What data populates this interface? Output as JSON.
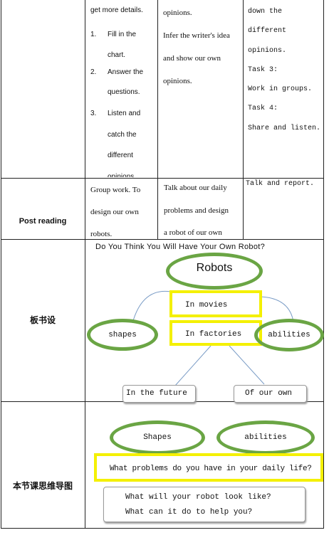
{
  "row1": {
    "col1_intro": "get more details.",
    "col1_items": [
      {
        "num": "1.",
        "lines": [
          "Fill in the",
          "chart."
        ]
      },
      {
        "num": "2.",
        "lines": [
          "Answer the",
          "questions."
        ]
      },
      {
        "num": "3.",
        "lines": [
          "Listen and",
          "catch the",
          "different",
          "opinions."
        ]
      }
    ],
    "col2_lines": [
      "opinions.",
      "Infer the writer's idea",
      "and show our own",
      "opinions."
    ],
    "col3_lines": [
      "down the",
      "different",
      "opinions.",
      "Task 3:",
      "Work in groups.",
      "Task 4:",
      "Share and listen."
    ]
  },
  "row2": {
    "label": "Post reading",
    "col1_lines": [
      "Group work. To",
      "design our own",
      "robots."
    ],
    "col2_lines": [
      "Talk about our daily",
      "problems and design",
      "a robot of our own"
    ],
    "col3_lines": [
      "Talk and report."
    ]
  },
  "row3": {
    "label": "板书设",
    "title": "Do You Think You Will Have Your Own Robot?",
    "robots": "Robots",
    "in_movies": "In movies",
    "in_factories": "In factories",
    "shapes": "shapes",
    "abilities": "abilities",
    "in_future": "In the future",
    "of_our_own": "Of our own"
  },
  "row4": {
    "label": "本节课思维导图",
    "shapes": "Shapes",
    "abilities": "abilities",
    "problems": "What problems do you have in your daily life?",
    "look_like": "What will your robot look like?",
    "help_you": "What can it do to help you?"
  },
  "colors": {
    "ellipse": "#6aa544",
    "highlight": "#f4f000",
    "connector": "#7a9cc6"
  }
}
